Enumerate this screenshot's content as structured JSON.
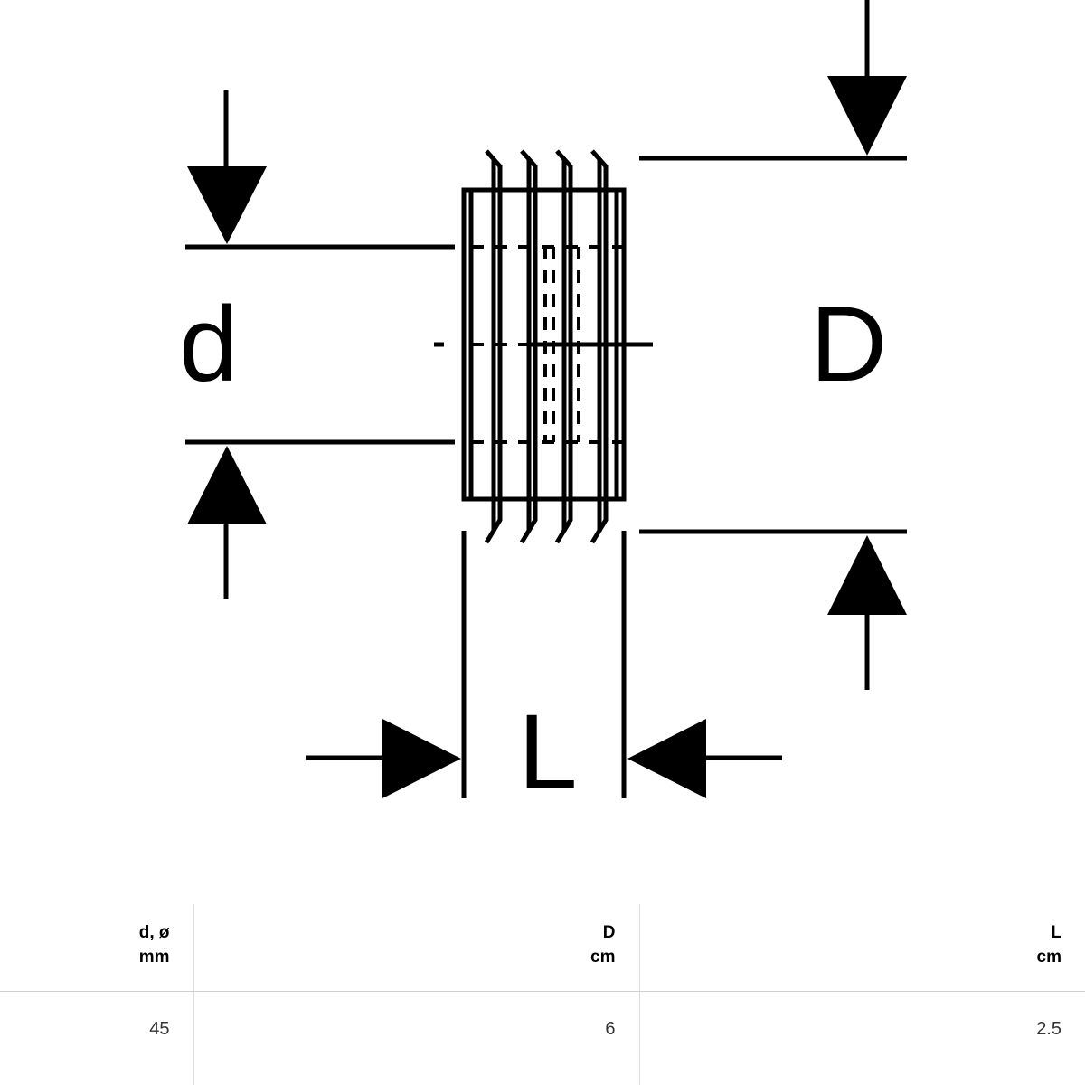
{
  "diagram": {
    "label_d": "d",
    "label_D": "D",
    "label_L": "L",
    "stroke_color": "#000000"
  },
  "table": {
    "headers": [
      {
        "symbol": "d, ø",
        "unit": "mm"
      },
      {
        "symbol": "D",
        "unit": "cm"
      },
      {
        "symbol": "L",
        "unit": "cm"
      }
    ],
    "rows": [
      [
        "45",
        "6",
        "2.5"
      ]
    ]
  }
}
